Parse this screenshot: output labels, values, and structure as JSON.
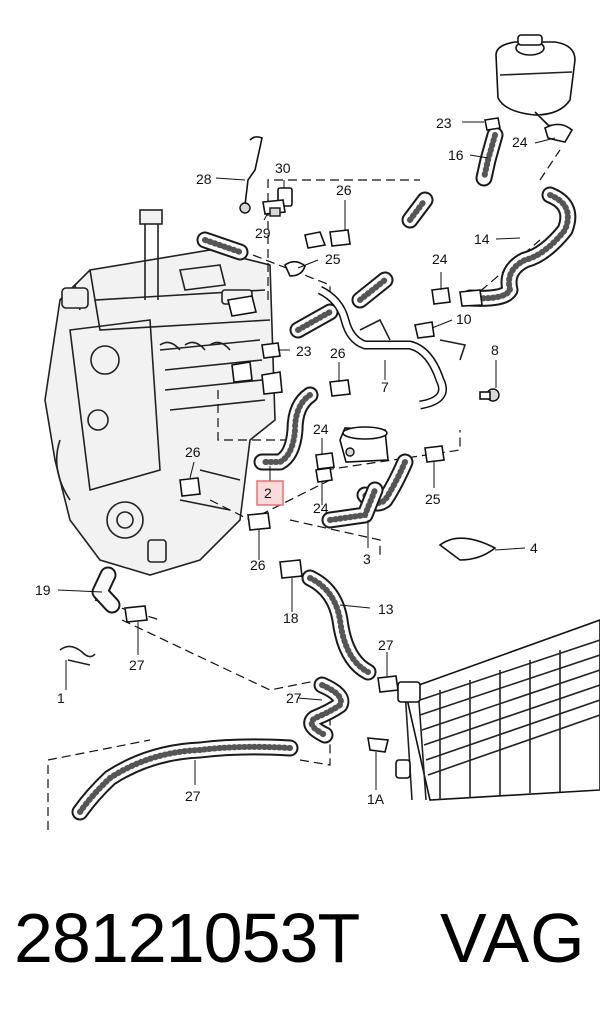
{
  "diagram": {
    "callouts": [
      {
        "id": "c28",
        "text": "28"
      },
      {
        "id": "c30",
        "text": "30"
      },
      {
        "id": "c29",
        "text": "29"
      },
      {
        "id": "c26a",
        "text": "26"
      },
      {
        "id": "c23a",
        "text": "23"
      },
      {
        "id": "c24a",
        "text": "24"
      },
      {
        "id": "c16",
        "text": "16"
      },
      {
        "id": "c14",
        "text": "14"
      },
      {
        "id": "c25a",
        "text": "25"
      },
      {
        "id": "c24b",
        "text": "24"
      },
      {
        "id": "c10",
        "text": "10"
      },
      {
        "id": "c23b",
        "text": "23"
      },
      {
        "id": "c26b",
        "text": "26"
      },
      {
        "id": "c7",
        "text": "7"
      },
      {
        "id": "c8",
        "text": "8"
      },
      {
        "id": "c24c",
        "text": "24"
      },
      {
        "id": "c26c",
        "text": "26"
      },
      {
        "id": "c2",
        "text": "2"
      },
      {
        "id": "c24d",
        "text": "24"
      },
      {
        "id": "c25b",
        "text": "25"
      },
      {
        "id": "c26d",
        "text": "26"
      },
      {
        "id": "c3",
        "text": "3"
      },
      {
        "id": "c4",
        "text": "4"
      },
      {
        "id": "c19",
        "text": "19"
      },
      {
        "id": "c27a",
        "text": "27"
      },
      {
        "id": "c13",
        "text": "13"
      },
      {
        "id": "c27b",
        "text": "27"
      },
      {
        "id": "c18",
        "text": "18"
      },
      {
        "id": "c1",
        "text": "1"
      },
      {
        "id": "c27c",
        "text": "27"
      },
      {
        "id": "c1a",
        "text": "1A"
      },
      {
        "id": "c27d",
        "text": "27"
      }
    ],
    "highlight_color": "#e57373"
  },
  "footer": {
    "part_number": "28121053T",
    "brand": "VAG"
  }
}
